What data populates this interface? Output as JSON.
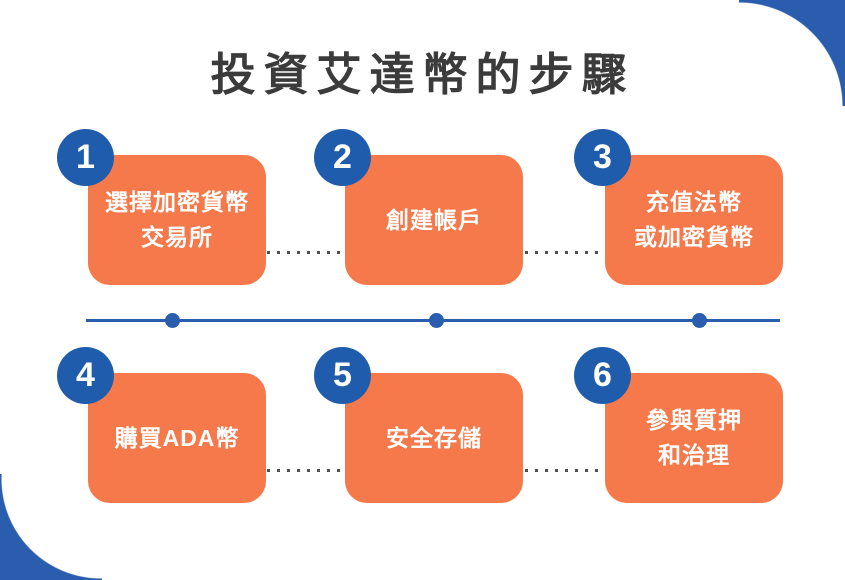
{
  "title": "投資艾達幣的步驟",
  "colors": {
    "blue": "#2a5dad",
    "badge_blue": "#1f5cac",
    "orange": "#f5794a",
    "title_text": "#3b3b3b",
    "connector_dot_gray": "#4f4f4f",
    "card_text": "#ffffff"
  },
  "steps": [
    {
      "number": "1",
      "line1": "選擇加密貨幣",
      "line2": "交易所"
    },
    {
      "number": "2",
      "line1": "創建帳戶",
      "line2": ""
    },
    {
      "number": "3",
      "line1": "充值法幣",
      "line2": "或加密貨幣"
    },
    {
      "number": "4",
      "line1": "購買ADA幣",
      "line2": ""
    },
    {
      "number": "5",
      "line1": "安全存儲",
      "line2": ""
    },
    {
      "number": "6",
      "line1": "參與質押",
      "line2": "和治理"
    }
  ]
}
